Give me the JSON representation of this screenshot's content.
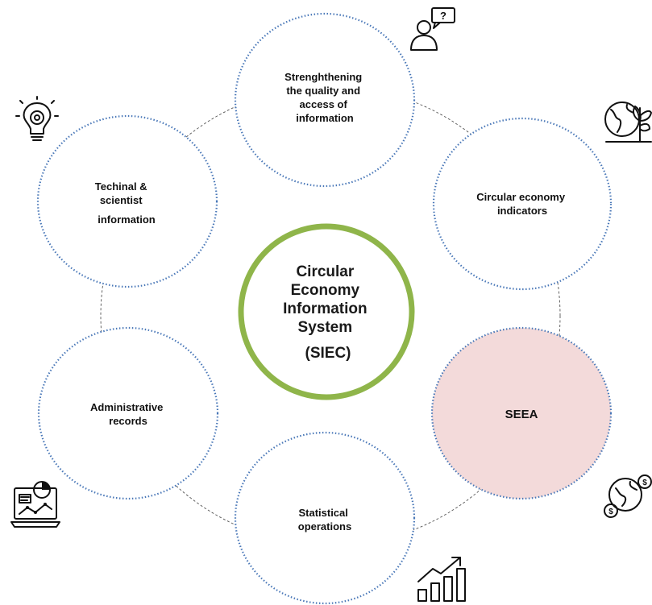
{
  "center": {
    "lines": [
      "Circular",
      "Economy",
      "Information",
      "System"
    ],
    "acronym": "(SIEC)"
  },
  "nodes": [
    {
      "id": "quality-access",
      "lines": [
        "Strenghthening",
        "the quality and",
        "access of",
        "information"
      ]
    },
    {
      "id": "ce-indicators",
      "lines": [
        "Circular economy",
        "indicators"
      ]
    },
    {
      "id": "seea",
      "lines": [
        "SEEA"
      ]
    },
    {
      "id": "statistical-operations",
      "lines": [
        "Statistical",
        "operations"
      ]
    },
    {
      "id": "administrative-records",
      "lines": [
        "Administrative",
        "records"
      ]
    },
    {
      "id": "technical-scientist",
      "lines": [
        "Techinal &",
        "scientist",
        "information"
      ]
    }
  ],
  "icons": {
    "quality-access": "person-question-icon",
    "ce-indicators": "globe-plant-icon",
    "seea": "globe-money-icon",
    "statistical-operations": "growth-chart-icon",
    "administrative-records": "laptop-analytics-icon",
    "technical-scientist": "lightbulb-gear-icon",
    "question_mark": "?",
    "money_symbol": "$"
  },
  "colors": {
    "center_ring": "#8FB54A",
    "node_dotted": "#4A78B8",
    "seea_fill": "#F3DADA",
    "connector": "#555555"
  }
}
